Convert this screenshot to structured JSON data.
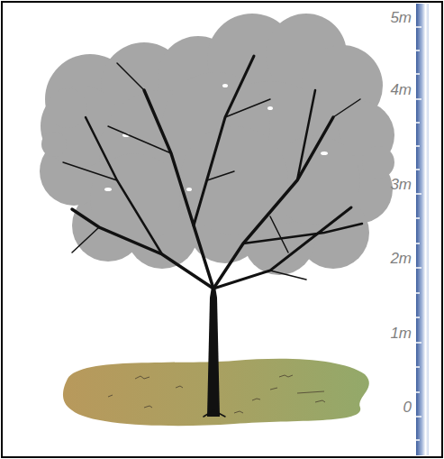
{
  "diagram": {
    "labels": [
      "5m",
      "4m",
      "3m",
      "2m",
      "1m",
      "0"
    ]
  }
}
